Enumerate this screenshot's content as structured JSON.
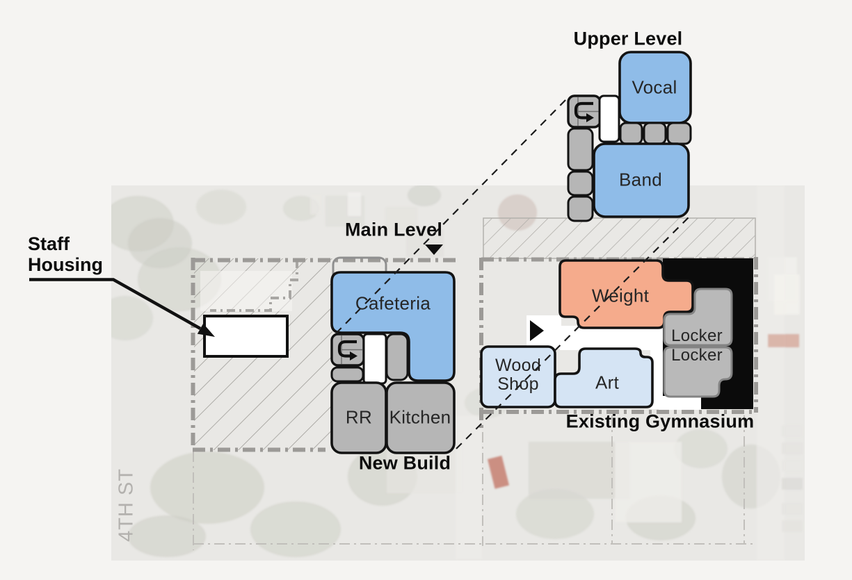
{
  "titles": {
    "upper_level": "Upper Level",
    "main_level": "Main Level",
    "new_build": "New Build",
    "existing_gymnasium": "Existing Gymnasium",
    "staff_housing": {
      "line1": "Staff",
      "line2": "Housing"
    },
    "street": "4TH ST"
  },
  "rooms": {
    "vocal": "Vocal",
    "band": "Band",
    "cafeteria": "Cafeteria",
    "restroom": "RR",
    "kitchen": "Kitchen",
    "weight": "Weight",
    "locker_upper": "Locker",
    "locker_lower": "Locker",
    "wood_shop": {
      "line1": "Wood",
      "line2": "Shop"
    },
    "art": "Art"
  },
  "icons": {
    "stair_upper": "u-turn-stair-icon",
    "stair_main": "u-turn-stair-icon",
    "main_level_marker": "down-triangle-icon",
    "gym_entry_marker": "right-triangle-icon",
    "staff_housing_leader": "arrow-leader-line"
  },
  "colors": {
    "room_blue": "#8FBCE8",
    "room_light_blue": "#D5E4F4",
    "room_salmon": "#F5AB8C",
    "room_gray": "#B6B6B6",
    "locker_gray": "#B9B9B9",
    "gym_black": "#0B0B0B",
    "outline_black": "#131313",
    "parcel_line_gray": "#9C9A97",
    "thin_line_gray": "#C1BFBB",
    "hatch_line_gray": "#A6A4A0",
    "street_label_gray": "#B3B1AE",
    "photo_base": "#E9E8E5"
  }
}
